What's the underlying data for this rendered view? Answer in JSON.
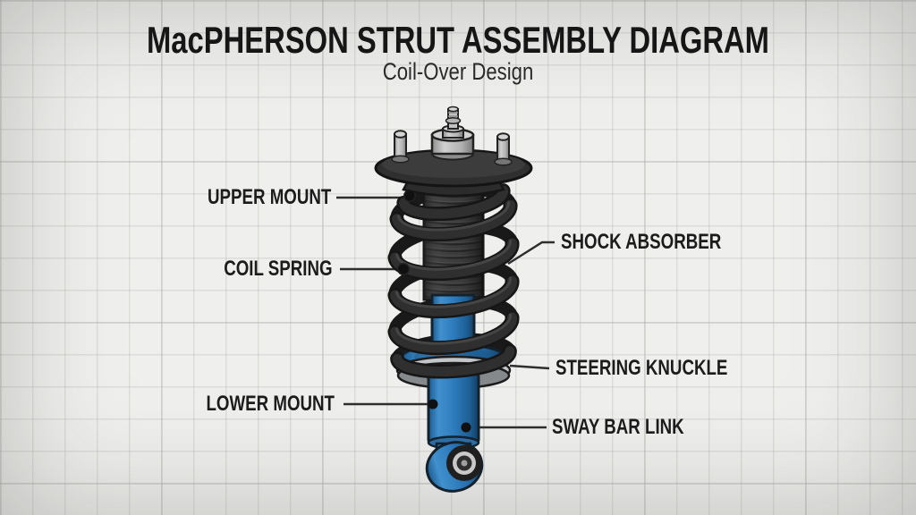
{
  "title": "MacPHERSON STRUT ASSEMBLY DIAGRAM",
  "subtitle": "Coil-Over Design",
  "labels": {
    "upper_mount": "UPPER MOUNT",
    "coil_spring": "COIL SPRING",
    "lower_mount": "LOWER MOUNT",
    "shock_absorber": "SHOCK ABSORBER",
    "steering_knuckle": "STEERING KNUCKLE",
    "sway_bar_link": "SWAY BAR LINK"
  },
  "colors": {
    "paper_background": "#efefed",
    "grid_line": "#d9d9d6",
    "title_text": "#161616",
    "label_text": "#1c1c1c",
    "leader_line": "#2e2e2e",
    "spring_dark": "#2a2a2a",
    "boot_dark": "#3a3a3a",
    "metal_gray": "#c0c0c0",
    "seat_flange_gray": "#c3c6c8",
    "shock_body_blue": "#2e7cbd",
    "outline_black": "#161616"
  }
}
